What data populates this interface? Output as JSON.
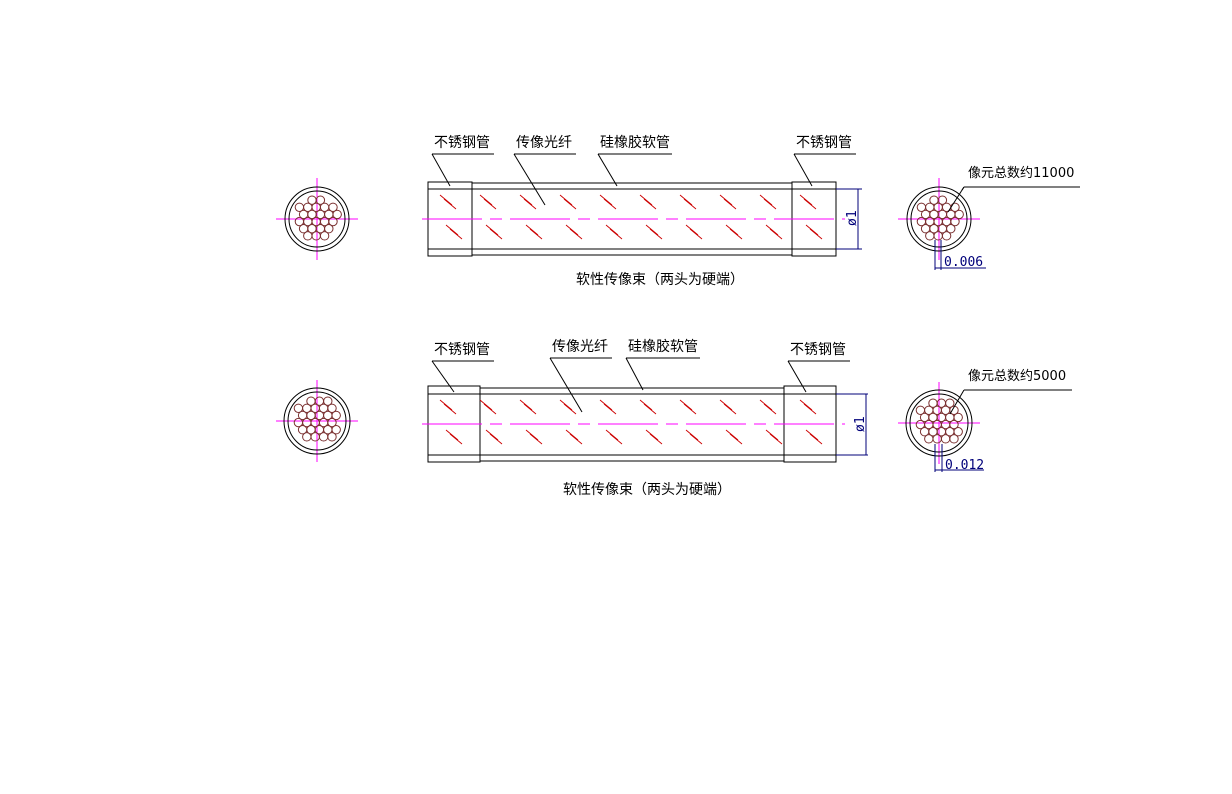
{
  "diagrams": [
    {
      "label_tube_left": "不锈钢管",
      "label_fiber": "传像光纤",
      "label_hose": "硅橡胶软管",
      "label_tube_right": "不锈钢管",
      "diameter": "ø1",
      "pixel_count": "像元总数约11000",
      "fiber_size": "0.006",
      "caption": "软性传像束（两头为硬端）"
    },
    {
      "label_tube_left": "不锈钢管",
      "label_fiber": "传像光纤",
      "label_hose": "硅橡胶软管",
      "label_tube_right": "不锈钢管",
      "diameter": "ø1",
      "pixel_count": "像元总数约5000",
      "fiber_size": "0.012",
      "caption": "软性传像束（两头为硬端）"
    }
  ],
  "colors": {
    "outline": "#000000",
    "centerline": "#ff00ff",
    "fiber_hatch": "#cc0000",
    "dimension": "#00007a",
    "fiber_circle": "#7a3030"
  }
}
